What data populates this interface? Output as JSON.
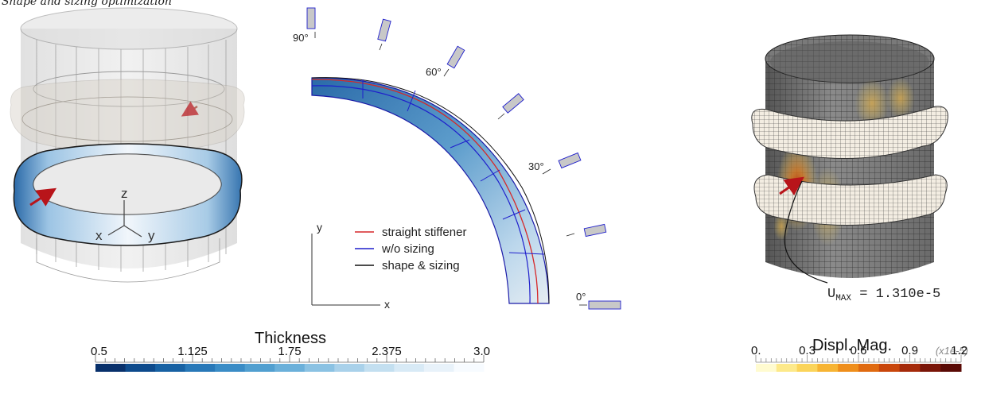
{
  "caption": "Shape and sizing optimization",
  "left_figure": {
    "axis_labels": {
      "z": "z",
      "x": "x",
      "y": "y"
    }
  },
  "middle_figure": {
    "angle_labels": [
      "90°",
      "60°",
      "30°",
      "0°"
    ],
    "axis_labels": {
      "x": "x",
      "y": "y"
    },
    "legend": [
      {
        "label": "straight stiffener",
        "color": "#d62728"
      },
      {
        "label": "w/o sizing",
        "color": "#1f1fcc"
      },
      {
        "label": "shape & sizing",
        "color": "#111111"
      }
    ]
  },
  "right_figure": {
    "umax_prefix": "U",
    "umax_sub": "MAX",
    "umax_value": " = 1.310e-5"
  },
  "thickness_colorbar": {
    "title": "Thickness",
    "ticks": [
      "0.5",
      "1.125",
      "1.75",
      "2.375",
      "3.0"
    ],
    "colors": [
      "#08306b",
      "#0d4a8c",
      "#1761a3",
      "#2878b8",
      "#3a8cc6",
      "#519fd0",
      "#6bb0da",
      "#8bc2e3",
      "#a9d1ea",
      "#c3dff0",
      "#d8eaf6",
      "#e8f2fa",
      "#f7fbff"
    ]
  },
  "displacement_colorbar": {
    "title": "Displ. Mag.",
    "scale_note": "(x1e-5)",
    "ticks": [
      "0.",
      "0.3",
      "0.6",
      "0.9",
      "1.2"
    ],
    "colors": [
      "#fffbd0",
      "#fde98a",
      "#fbd45a",
      "#f7b433",
      "#ef8e1b",
      "#e06a10",
      "#c9460b",
      "#a52a0a",
      "#7a1508",
      "#5a0a05"
    ]
  }
}
